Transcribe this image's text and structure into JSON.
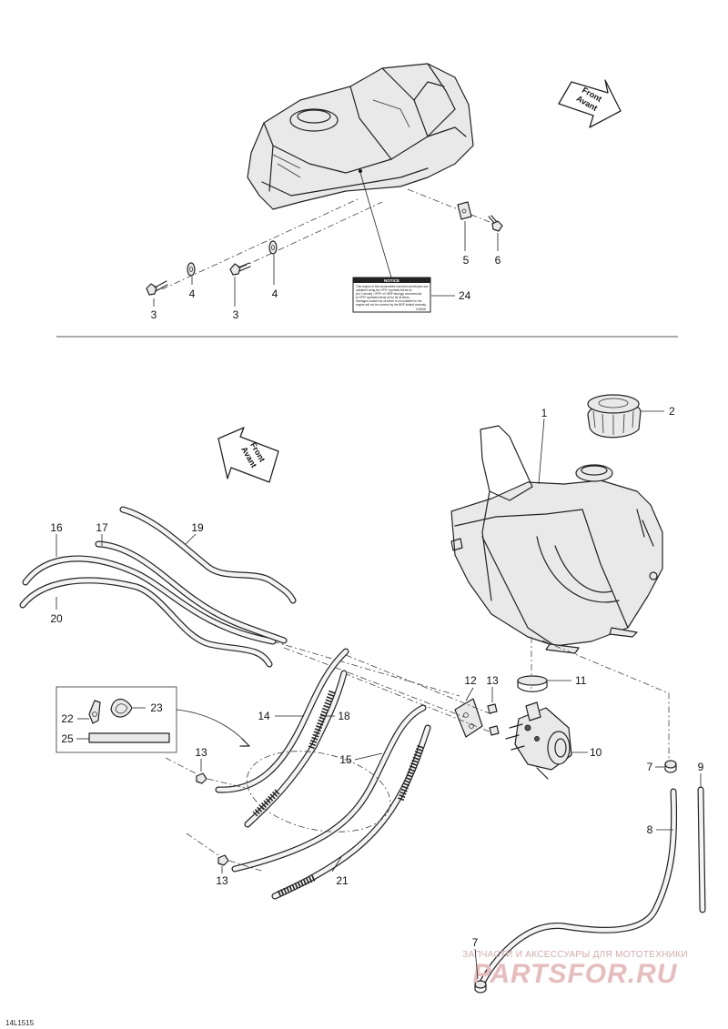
{
  "orientation_arrows": {
    "top_right": [
      "Front",
      "Avant"
    ],
    "middle_left": [
      "Front",
      "Avant"
    ]
  },
  "notice_decal": {
    "title": "NOTICE",
    "lines": [
      "This engine of this snowmobile has been developed and",
      "validated using the XPS* synthetic blend oil",
      "(for 2-stroke) / XPS* oil. BRP strongly recommends",
      "to XPS* synthetic blend oil for all oil times.",
      "Damages caused by oil which is not suitable for the",
      "engine will not be covered by the BRP limited warranty."
    ],
    "code": "516006"
  },
  "callouts": {
    "top": [
      {
        "id": "c-3a",
        "label": "3"
      },
      {
        "id": "c-4a",
        "label": "4"
      },
      {
        "id": "c-3b",
        "label": "3"
      },
      {
        "id": "c-4b",
        "label": "4"
      },
      {
        "id": "c-5",
        "label": "5"
      },
      {
        "id": "c-6",
        "label": "6"
      },
      {
        "id": "c-24",
        "label": "24"
      }
    ],
    "bottom": [
      {
        "id": "c-1",
        "label": "1"
      },
      {
        "id": "c-2",
        "label": "2"
      },
      {
        "id": "c-7a",
        "label": "7"
      },
      {
        "id": "c-7b",
        "label": "7"
      },
      {
        "id": "c-8",
        "label": "8"
      },
      {
        "id": "c-9",
        "label": "9"
      },
      {
        "id": "c-10",
        "label": "10"
      },
      {
        "id": "c-11",
        "label": "11"
      },
      {
        "id": "c-12",
        "label": "12"
      },
      {
        "id": "c-13a",
        "label": "13"
      },
      {
        "id": "c-13b",
        "label": "13"
      },
      {
        "id": "c-13c",
        "label": "13"
      },
      {
        "id": "c-14",
        "label": "14"
      },
      {
        "id": "c-15",
        "label": "15"
      },
      {
        "id": "c-16",
        "label": "16"
      },
      {
        "id": "c-17",
        "label": "17"
      },
      {
        "id": "c-18",
        "label": "18"
      },
      {
        "id": "c-19",
        "label": "19"
      },
      {
        "id": "c-20",
        "label": "20"
      },
      {
        "id": "c-21",
        "label": "21"
      },
      {
        "id": "c-22",
        "label": "22"
      },
      {
        "id": "c-23",
        "label": "23"
      },
      {
        "id": "c-25",
        "label": "25"
      }
    ]
  },
  "watermark": {
    "line1": "ЗАПЧАСТИ И АКСЕССУАРЫ ДЛЯ МОТОТЕХНИКИ",
    "line2": "PARTSFOR.RU"
  },
  "document_code": "14L1515",
  "colors": {
    "ink": "#222222",
    "part_fill": "#e9e9e9",
    "watermark": "#e8bcbc"
  }
}
